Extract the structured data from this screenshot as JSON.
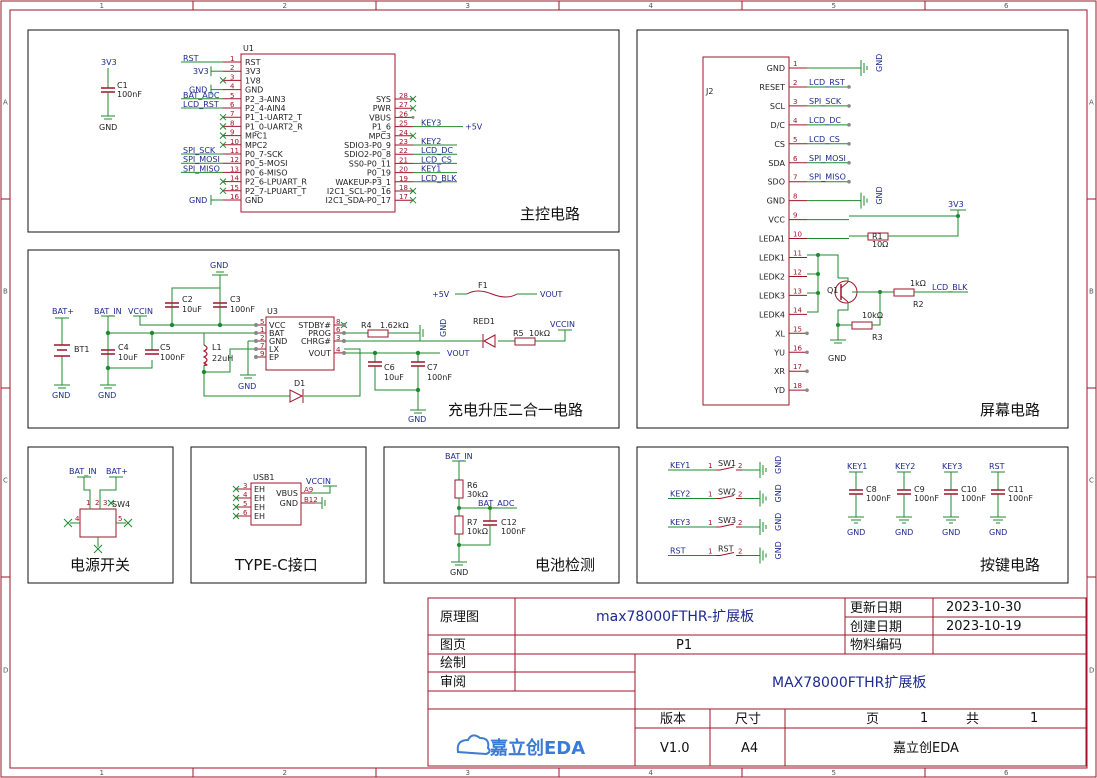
{
  "ruler": {
    "cols": [
      "1",
      "2",
      "3",
      "4",
      "5",
      "6"
    ],
    "rows": [
      "A",
      "B",
      "C",
      "D"
    ]
  },
  "blocks": {
    "main_control": "主控电路",
    "charge_boost": "充电升压二合一电路",
    "screen": "屏幕电路",
    "power_switch": "电源开关",
    "typec": "TYPE-C接口",
    "battery_detect": "电池检测",
    "keys": "按键电路"
  },
  "u1": {
    "ref": "U1",
    "left_pins": [
      {
        "num": "1",
        "name": "RST",
        "net": "RST"
      },
      {
        "num": "2",
        "name": "3V3",
        "net": "3V3"
      },
      {
        "num": "3",
        "name": "1V8",
        "net": ""
      },
      {
        "num": "4",
        "name": "GND",
        "net": "GND"
      },
      {
        "num": "5",
        "name": "P2_3-AIN3",
        "net": "BAT_ADC"
      },
      {
        "num": "6",
        "name": "P2_4-AIN4",
        "net": "LCD_RST"
      },
      {
        "num": "7",
        "name": "P1_1-UART2_T",
        "net": ""
      },
      {
        "num": "8",
        "name": "P1_0-UART2_R",
        "net": ""
      },
      {
        "num": "9",
        "name": "MPC1",
        "net": ""
      },
      {
        "num": "10",
        "name": "MPC2",
        "net": ""
      },
      {
        "num": "11",
        "name": "P0_7-SCK",
        "net": "SPI_SCK"
      },
      {
        "num": "12",
        "name": "P0_5-MOSI",
        "net": "SPI_MOSI"
      },
      {
        "num": "13",
        "name": "P0_6-MISO",
        "net": "SPI_MISO"
      },
      {
        "num": "14",
        "name": "P2_6-LPUART_R",
        "net": ""
      },
      {
        "num": "15",
        "name": "P2_7-LPUART_T",
        "net": ""
      },
      {
        "num": "16",
        "name": "GND",
        "net": "GND"
      }
    ],
    "right_pins": [
      {
        "num": "28",
        "name": "SYS",
        "net": ""
      },
      {
        "num": "27",
        "name": "PWR",
        "net": ""
      },
      {
        "num": "26",
        "name": "VBUS",
        "net": ""
      },
      {
        "num": "25",
        "name": "P1_6",
        "net": "KEY3"
      },
      {
        "num": "24",
        "name": "MPC3",
        "net": ""
      },
      {
        "num": "23",
        "name": "SDIO3-P0_9",
        "net": "KEY2"
      },
      {
        "num": "22",
        "name": "SDIO2-P0_8",
        "net": "LCD_DC"
      },
      {
        "num": "21",
        "name": "SS0-P0_11",
        "net": "LCD_CS"
      },
      {
        "num": "20",
        "name": "P0_19",
        "net": "KEY1"
      },
      {
        "num": "19",
        "name": "WAKEUP-P3_1",
        "net": "LCD_BLK"
      },
      {
        "num": "18",
        "name": "I2C1_SCL-P0_16",
        "net": ""
      },
      {
        "num": "17",
        "name": "I2C1_SDA-P0_17",
        "net": ""
      }
    ],
    "vbus_net": "+5V"
  },
  "c1": {
    "ref": "C1",
    "val": "100nF",
    "net": "3V3",
    "gnd": "GND"
  },
  "j2": {
    "ref": "J2",
    "pins": [
      {
        "num": "1",
        "name": "GND",
        "net": "GND"
      },
      {
        "num": "2",
        "name": "RESET",
        "net": "LCD_RST"
      },
      {
        "num": "3",
        "name": "SCL",
        "net": "SPI_SCK"
      },
      {
        "num": "4",
        "name": "D/C",
        "net": "LCD_DC"
      },
      {
        "num": "5",
        "name": "CS",
        "net": "LCD_CS"
      },
      {
        "num": "6",
        "name": "SDA",
        "net": "SPI_MOSI"
      },
      {
        "num": "7",
        "name": "SDO",
        "net": "SPI_MISO"
      },
      {
        "num": "8",
        "name": "GND",
        "net": "GND"
      },
      {
        "num": "9",
        "name": "VCC",
        "net": ""
      },
      {
        "num": "10",
        "name": "LEDA1",
        "net": ""
      },
      {
        "num": "11",
        "name": "LEDK1",
        "net": ""
      },
      {
        "num": "12",
        "name": "LEDK2",
        "net": ""
      },
      {
        "num": "13",
        "name": "LEDK3",
        "net": ""
      },
      {
        "num": "14",
        "name": "LEDK4",
        "net": ""
      },
      {
        "num": "15",
        "name": "XL",
        "net": ""
      },
      {
        "num": "16",
        "name": "YU",
        "net": ""
      },
      {
        "num": "17",
        "name": "XR",
        "net": ""
      },
      {
        "num": "18",
        "name": "YD",
        "net": ""
      }
    ],
    "vcc_net": "3V3",
    "r1": {
      "ref": "R1",
      "val": "10Ω"
    },
    "q1": {
      "ref": "Q1"
    },
    "r2": {
      "ref": "R2",
      "val": "1kΩ",
      "net": "LCD_BLK"
    },
    "r3": {
      "ref": "R3",
      "val": "10kΩ"
    },
    "gnd": "GND"
  },
  "charge": {
    "u3": {
      "ref": "U3",
      "left": [
        {
          "num": "5",
          "name": "VCC"
        },
        {
          "num": "1",
          "name": "BAT"
        },
        {
          "num": "2",
          "name": "GND"
        },
        {
          "num": "7",
          "name": "LX"
        },
        {
          "num": "9",
          "name": "EP"
        }
      ],
      "right": [
        {
          "num": "8",
          "name": "STDBY#"
        },
        {
          "num": "6",
          "name": "PROG"
        },
        {
          "num": "3",
          "name": "CHRG#"
        },
        {
          "num": "4",
          "name": "VOUT"
        }
      ]
    },
    "c2": {
      "ref": "C2",
      "val": "10uF"
    },
    "c3": {
      "ref": "C3",
      "val": "100nF"
    },
    "c4": {
      "ref": "C4",
      "val": "10uF"
    },
    "c5": {
      "ref": "C5",
      "val": "100nF"
    },
    "c6": {
      "ref": "C6",
      "val": "10uF"
    },
    "c7": {
      "ref": "C7",
      "val": "100nF"
    },
    "l1": {
      "ref": "L1",
      "val": "22uH"
    },
    "d1": {
      "ref": "D1"
    },
    "r4": {
      "ref": "R4",
      "val": "1.62kΩ"
    },
    "r5": {
      "ref": "R5",
      "val": "10kΩ"
    },
    "red1": {
      "ref": "RED1"
    },
    "bt1": {
      "ref": "BT1"
    },
    "f1": {
      "ref": "F1"
    },
    "nets": {
      "bat_plus": "BAT+",
      "bat_in": "BAT_IN",
      "vccin": "VCCIN",
      "vout": "VOUT",
      "p5v": "+5V",
      "gnd": "GND"
    }
  },
  "power_switch": {
    "ref": "SW4",
    "bat_in": "BAT_IN",
    "bat_plus": "BAT+",
    "pins": [
      "1",
      "2",
      "3",
      "4",
      "5"
    ]
  },
  "usb": {
    "ref": "USB1",
    "left": [
      {
        "num": "3",
        "name": "EH"
      },
      {
        "num": "4",
        "name": "EH"
      },
      {
        "num": "5",
        "name": "EH"
      },
      {
        "num": "6",
        "name": "EH"
      }
    ],
    "right": [
      {
        "num": "A9",
        "name": "VBUS"
      },
      {
        "num": "B12",
        "name": "GND"
      }
    ],
    "net": "VCCIN"
  },
  "batdet": {
    "net_in": "BAT_IN",
    "r6": {
      "ref": "R6",
      "val": "30kΩ"
    },
    "r7": {
      "ref": "R7",
      "val": "10kΩ"
    },
    "c12": {
      "ref": "C12",
      "val": "100nF"
    },
    "adc": "BAT_ADC",
    "gnd": "GND"
  },
  "keys": {
    "switches": [
      {
        "net": "KEY1",
        "ref": "SW1"
      },
      {
        "net": "KEY2",
        "ref": "SW2"
      },
      {
        "net": "KEY3",
        "ref": "SW3"
      },
      {
        "net": "RST",
        "ref": "RST"
      }
    ],
    "caps": [
      {
        "net": "KEY1",
        "ref": "C8",
        "val": "100nF"
      },
      {
        "net": "KEY2",
        "ref": "C9",
        "val": "100nF"
      },
      {
        "net": "KEY3",
        "ref": "C10",
        "val": "100nF"
      },
      {
        "net": "RST",
        "ref": "C11",
        "val": "100nF"
      }
    ],
    "gnd": "GND"
  },
  "title_block": {
    "label_schematic": "原理图",
    "title": "max78000FTHR-扩展板",
    "label_update": "更新日期",
    "update_date": "2023-10-30",
    "label_create": "创建日期",
    "create_date": "2023-10-19",
    "label_page": "图页",
    "page": "P1",
    "label_material": "物料编码",
    "label_draw": "绘制",
    "label_review": "审阅",
    "board_name": "MAX78000FTHR扩展板",
    "label_version": "版本",
    "label_size": "尺寸",
    "label_sheet": "页",
    "sheet": "1",
    "label_total": "共",
    "total": "1",
    "version": "V1.0",
    "size": "A4",
    "company": "嘉立创EDA",
    "logo": "嘉立创EDA"
  },
  "colors": {
    "frame": "#a0142a",
    "wire": "#1e8a2e",
    "net": "#1d2a8f",
    "part": "#a0142a",
    "pinend": "#888888",
    "box": "#111111"
  }
}
